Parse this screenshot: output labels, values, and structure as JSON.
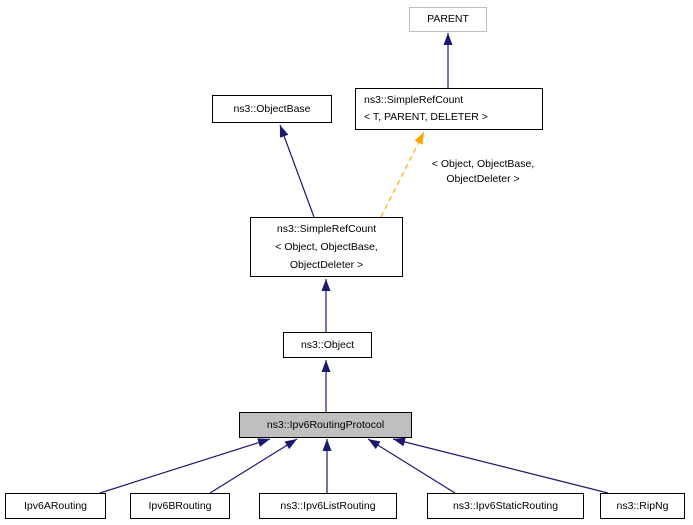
{
  "nodes": {
    "parent": {
      "label": "PARENT"
    },
    "object_base": {
      "label": "ns3::ObjectBase"
    },
    "simple_ref_count_template": {
      "line1": "ns3::SimpleRefCount",
      "line2": "< T, PARENT, DELETER >"
    },
    "simple_ref_count_object": {
      "line1": "ns3::SimpleRefCount",
      "line2": "< Object, ObjectBase,",
      "line3": "ObjectDeleter >"
    },
    "object": {
      "label": "ns3::Object"
    },
    "ipv6_routing_protocol": {
      "label": "ns3::Ipv6RoutingProtocol"
    },
    "ipv6_a_routing": {
      "label": "Ipv6ARouting"
    },
    "ipv6_b_routing": {
      "label": "Ipv6BRouting"
    },
    "ipv6_list_routing": {
      "label": "ns3::Ipv6ListRouting"
    },
    "ipv6_static_routing": {
      "label": "ns3::Ipv6StaticRouting"
    },
    "rip_ng": {
      "label": "ns3::RipNg"
    }
  },
  "edge_labels": {
    "template_args": {
      "line1": "< Object, ObjectBase,",
      "line2": "ObjectDeleter >"
    }
  },
  "colors": {
    "inheritance_arrow": "#191970",
    "template_arrow": "#ffa500",
    "node_border": "#000000",
    "template_param_border": "#bfbfbf",
    "current_node_fill": "#bfbfbf",
    "background": "#ffffff"
  }
}
